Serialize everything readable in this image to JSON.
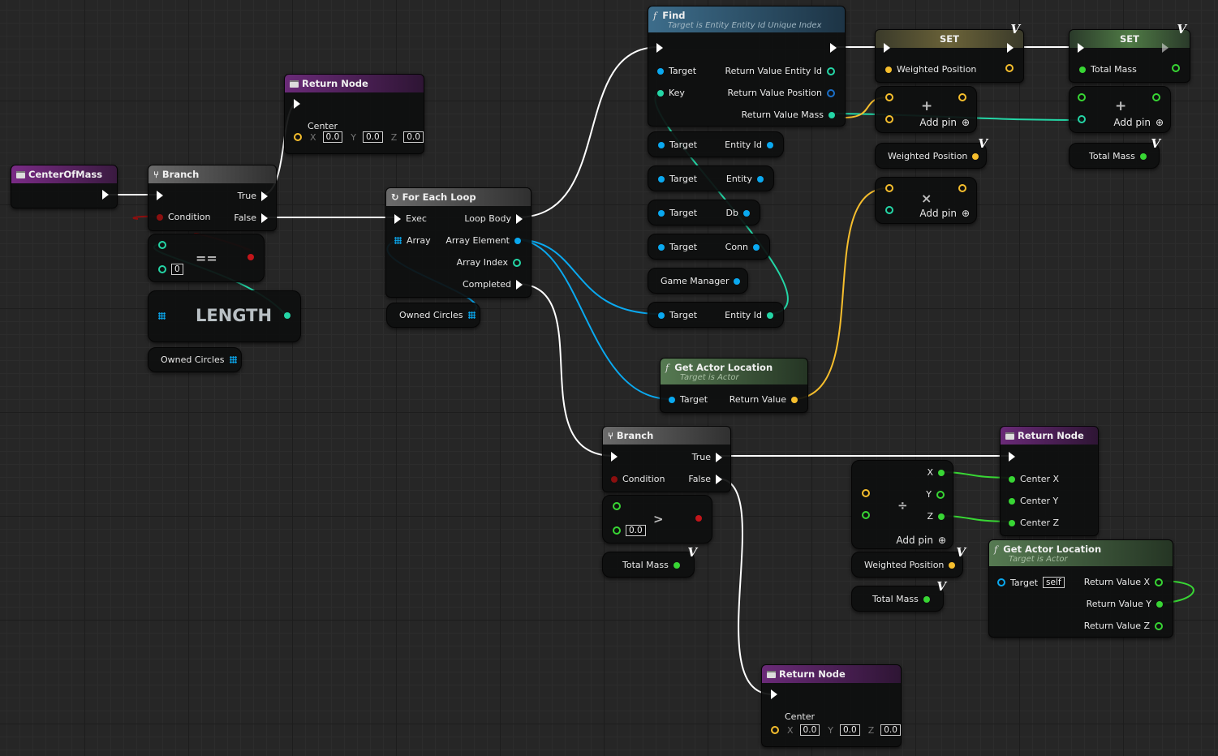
{
  "nodes": {
    "event": {
      "title": "CenterOfMass"
    },
    "branch1": {
      "title": "Branch",
      "true": "True",
      "false": "False",
      "condition": "Condition"
    },
    "ret1": {
      "title": "Return Node",
      "center": "Center",
      "x": "0.0",
      "y": "0.0",
      "z": "0.0",
      "xl": "X",
      "yl": "Y",
      "zl": "Z"
    },
    "eq": {
      "symbol": "==",
      "value": "0"
    },
    "length": {
      "title": "LENGTH"
    },
    "owned1": {
      "label": "Owned Circles"
    },
    "foreach": {
      "title": "For Each Loop",
      "exec": "Exec",
      "array": "Array",
      "loop_body": "Loop Body",
      "array_element": "Array Element",
      "array_index": "Array Index",
      "completed": "Completed"
    },
    "owned2": {
      "label": "Owned Circles"
    },
    "find": {
      "title": "Find",
      "subtitle": "Target is Entity Entity Id Unique Index",
      "target": "Target",
      "key": "Key",
      "rv_entity": "Return Value Entity Id",
      "rv_pos": "Return Value Position",
      "rv_mass": "Return Value Mass"
    },
    "getters": [
      {
        "left": "Target",
        "right": "Entity Id"
      },
      {
        "left": "Target",
        "right": "Entity"
      },
      {
        "left": "Target",
        "right": "Db"
      },
      {
        "left": "Target",
        "right": "Conn"
      }
    ],
    "gamemgr": {
      "label": "Game Manager"
    },
    "getter5": {
      "left": "Target",
      "right": "Entity Id"
    },
    "gal1": {
      "title": "Get Actor Location",
      "subtitle": "Target is Actor",
      "target": "Target",
      "rv": "Return Value"
    },
    "set1": {
      "title": "SET",
      "pin": "Weighted Position"
    },
    "set2": {
      "title": "SET",
      "pin": "Total Mass"
    },
    "add1": {
      "symbol": "+",
      "addpin": "Add pin"
    },
    "add2": {
      "symbol": "+",
      "addpin": "Add pin"
    },
    "mul": {
      "symbol": "×",
      "addpin": "Add pin"
    },
    "wp_var1": {
      "label": "Weighted Position"
    },
    "tm_var1": {
      "label": "Total Mass"
    },
    "branch2": {
      "title": "Branch",
      "true": "True",
      "false": "False",
      "condition": "Condition"
    },
    "gt": {
      "symbol": ">",
      "value": "0.0"
    },
    "tm_var2": {
      "label": "Total Mass"
    },
    "div": {
      "symbol": "÷",
      "x": "X",
      "y": "Y",
      "z": "Z",
      "addpin": "Add pin"
    },
    "wp_var2": {
      "label": "Weighted Position"
    },
    "tm_var3": {
      "label": "Total Mass"
    },
    "ret2": {
      "title": "Return Node",
      "cx": "Center X",
      "cy": "Center Y",
      "cz": "Center Z"
    },
    "gal2": {
      "title": "Get Actor Location",
      "subtitle": "Target is Actor",
      "target": "Target",
      "self": "self",
      "rvx": "Return Value X",
      "rvy": "Return Value Y",
      "rvz": "Return Value Z"
    },
    "ret3": {
      "title": "Return Node",
      "center": "Center",
      "x": "0.0",
      "y": "0.0",
      "z": "0.0",
      "xl": "X",
      "yl": "Y",
      "zl": "Z"
    },
    "var_marker": "V"
  },
  "colors": {
    "exec": "#ffffff",
    "object": "#0aa9f0",
    "vector": "#f6be2d",
    "float": "#38d634",
    "integer": "#24d6a6",
    "bool": "#8c0f0f",
    "function_header": "#3d6d8b",
    "pure_function_header": "#567a52",
    "return_header": "#6a2a78",
    "branch_header": "#6b6b6b"
  },
  "icons": [
    "event-icon",
    "branch-icon",
    "function-icon",
    "loop-icon",
    "array-icon",
    "add-pin-icon",
    "variable-icon"
  ]
}
